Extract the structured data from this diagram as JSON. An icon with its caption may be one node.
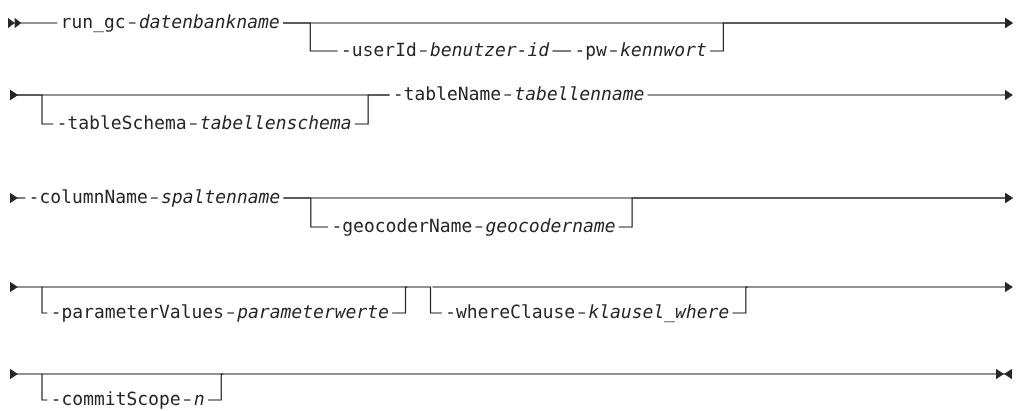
{
  "diagram": {
    "nodes": [
      {
        "text": [
          "run_gc"
        ]
      },
      {
        "text": [
          "datenbankname"
        ]
      },
      {
        "text": [
          "-userId"
        ]
      },
      {
        "text": [
          "benutzer-id"
        ]
      },
      {
        "text": [
          "-pw"
        ]
      },
      {
        "text": [
          "kennwort"
        ]
      },
      {
        "text": [
          "-tableSchema"
        ]
      },
      {
        "text": [
          "tabellenschema"
        ]
      },
      {
        "text": [
          "-tableName"
        ]
      },
      {
        "text": [
          "tabellenname"
        ]
      },
      {
        "text": [
          "-columnName"
        ]
      },
      {
        "text": [
          "spaltenname"
        ]
      },
      {
        "text": [
          "-geocoderName"
        ]
      },
      {
        "text": [
          "geocodername"
        ]
      },
      {
        "text": [
          "-parameterValues"
        ]
      },
      {
        "text": [
          "parameterwerte"
        ]
      },
      {
        "text": [
          "-whereClause"
        ]
      },
      {
        "text": [
          "klausel_where"
        ]
      },
      {
        "text": [
          "-commitScope"
        ]
      },
      {
        "text": [
          "n"
        ]
      }
    ],
    "edges": [
      {
        "from": 0,
        "to": 1,
        "arrow": "none"
      },
      {
        "from": 2,
        "to": 3,
        "arrow": "none"
      },
      {
        "from": 3,
        "to": 4,
        "arrow": "none"
      },
      {
        "from": 4,
        "to": 5,
        "arrow": "none"
      },
      {
        "from": 6,
        "to": 7,
        "arrow": "none"
      },
      {
        "from": 8,
        "to": 9,
        "arrow": "none"
      },
      {
        "from": 10,
        "to": 11,
        "arrow": "none"
      },
      {
        "from": 12,
        "to": 13,
        "arrow": "none"
      },
      {
        "from": 14,
        "to": 15,
        "arrow": "none"
      },
      {
        "from": 16,
        "to": 17,
        "arrow": "none"
      },
      {
        "from": 18,
        "to": 19,
        "arrow": "none"
      },
      {
        "from": null,
        "to": 0,
        "arrow": "other"
      },
      {
        "from": 1,
        "to": null,
        "arrow": "to"
      },
      {
        "from": 1,
        "to": 2,
        "arrow": "none"
      },
      {
        "from": 5,
        "to": null,
        "arrow": "to"
      },
      {
        "from": null,
        "to": 8,
        "arrow": "to"
      },
      {
        "from": null,
        "to": 6,
        "arrow": "to"
      },
      {
        "from": 7,
        "to": 8,
        "arrow": "none"
      },
      {
        "from": 9,
        "to": null,
        "arrow": "to"
      },
      {
        "from": null,
        "to": 10,
        "arrow": "to"
      },
      {
        "from": 11,
        "to": null,
        "arrow": "to"
      },
      {
        "from": 11,
        "to": 12,
        "arrow": "none"
      },
      {
        "from": 13,
        "to": null,
        "arrow": "to"
      },
      {
        "from": null,
        "to": 14,
        "arrow": "to"
      },
      {
        "from": 15,
        "to": 16,
        "arrow": "none"
      },
      {
        "from": 17,
        "to": null,
        "arrow": "to"
      },
      {
        "from": null,
        "to": 18,
        "arrow": "to"
      },
      {
        "from": 19,
        "to": null,
        "arrow": "to"
      }
    ]
  }
}
